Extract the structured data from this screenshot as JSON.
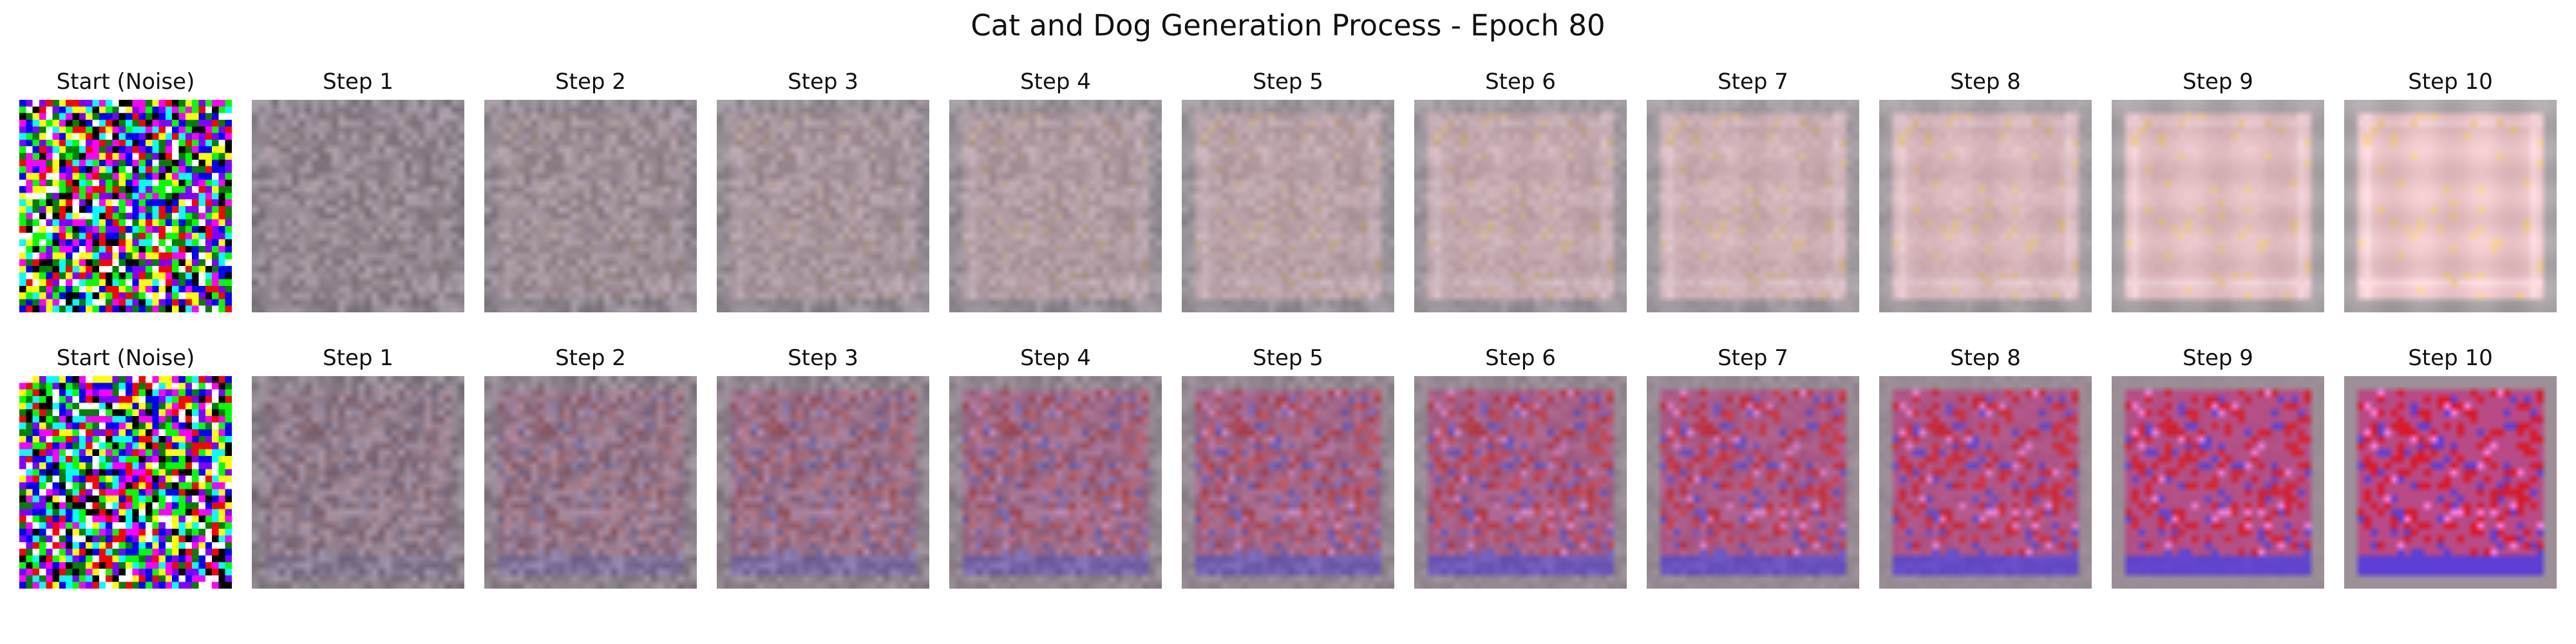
{
  "figure": {
    "title": "Cat and Dog Generation Process - Epoch 80"
  },
  "rows": [
    {
      "steps": [
        {
          "label": "Start (Noise)",
          "denoise": 0.0
        },
        {
          "label": "Step 1",
          "denoise": 0.1
        },
        {
          "label": "Step 2",
          "denoise": 0.2
        },
        {
          "label": "Step 3",
          "denoise": 0.3
        },
        {
          "label": "Step 4",
          "denoise": 0.4
        },
        {
          "label": "Step 5",
          "denoise": 0.5
        },
        {
          "label": "Step 6",
          "denoise": 0.6
        },
        {
          "label": "Step 7",
          "denoise": 0.7
        },
        {
          "label": "Step 8",
          "denoise": 0.8
        },
        {
          "label": "Step 9",
          "denoise": 0.9
        },
        {
          "label": "Step 10",
          "denoise": 1.0
        }
      ],
      "palette": {
        "base": "#e9c2c6",
        "border": "#a9a3a7",
        "accent": "#f1c98e",
        "inner_line": "#f2d2d8"
      }
    },
    {
      "steps": [
        {
          "label": "Start (Noise)",
          "denoise": 0.0
        },
        {
          "label": "Step 1",
          "denoise": 0.1
        },
        {
          "label": "Step 2",
          "denoise": 0.2
        },
        {
          "label": "Step 3",
          "denoise": 0.3
        },
        {
          "label": "Step 4",
          "denoise": 0.4
        },
        {
          "label": "Step 5",
          "denoise": 0.5
        },
        {
          "label": "Step 6",
          "denoise": 0.6
        },
        {
          "label": "Step 7",
          "denoise": 0.7
        },
        {
          "label": "Step 8",
          "denoise": 0.8
        },
        {
          "label": "Step 9",
          "denoise": 0.9
        },
        {
          "label": "Step 10",
          "denoise": 1.0
        }
      ],
      "palette": {
        "base": "#b94a86",
        "border": "#9d8f98",
        "accent": "#d81a2a",
        "accent2": "#5c3fd6",
        "accent3": "#ff7fe0"
      }
    }
  ]
}
